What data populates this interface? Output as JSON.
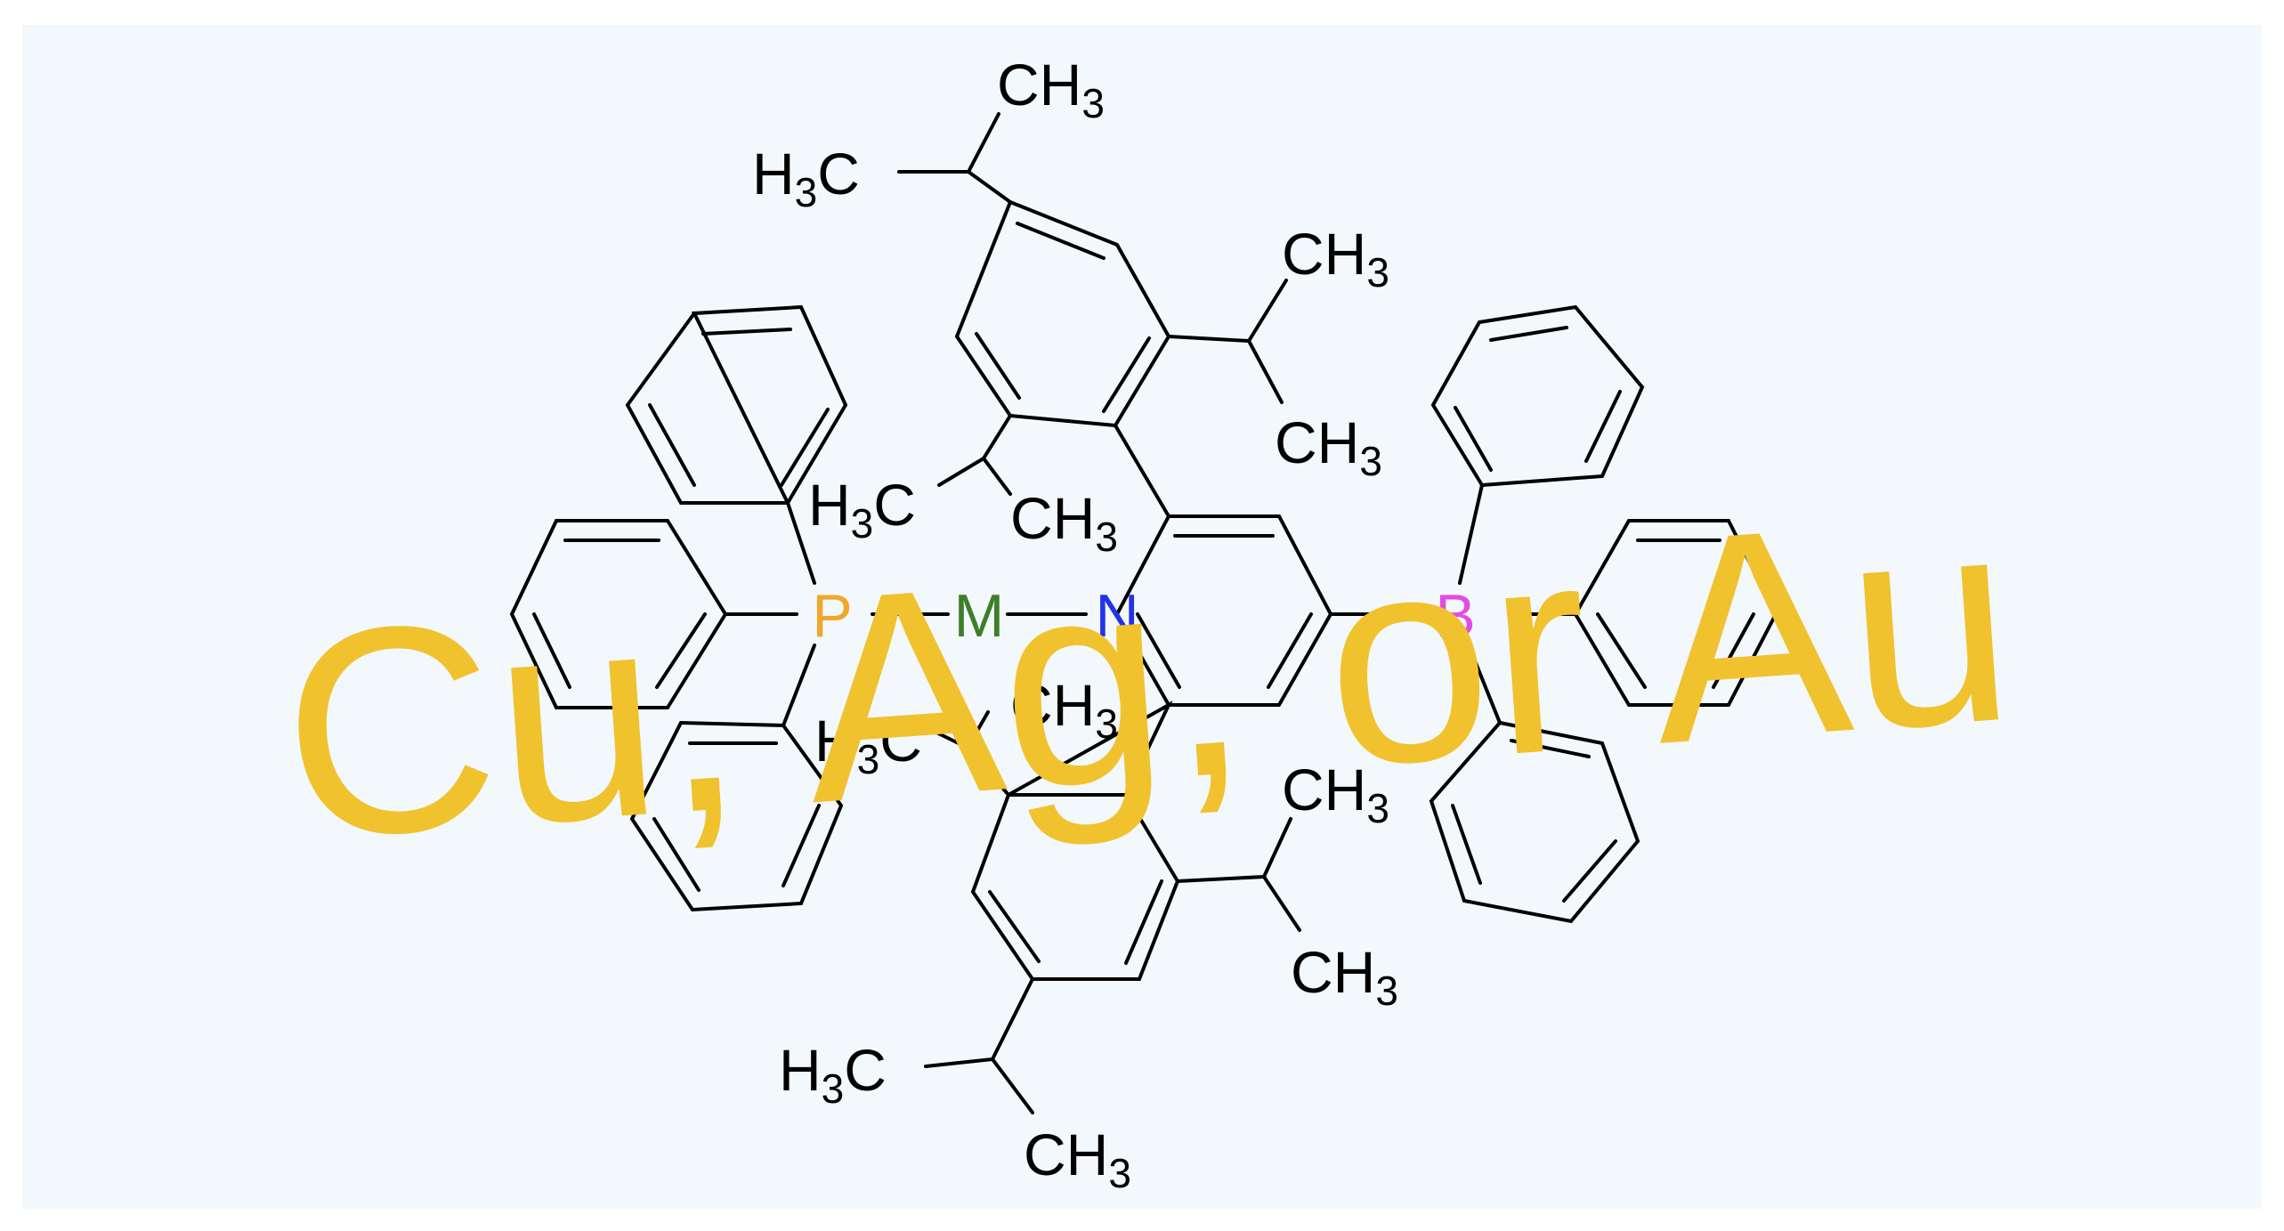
{
  "diagram": {
    "watermark": "Cu, Ag, or Au",
    "atoms": {
      "P": "P",
      "M": "M",
      "N": "N",
      "B": "B"
    },
    "groups": [
      {
        "main": "CH",
        "sub": "3"
      },
      {
        "main": "H",
        "sub": "3",
        "tail": "C"
      },
      {
        "main": "CH",
        "sub": "3"
      },
      {
        "main": "CH",
        "sub": "3"
      },
      {
        "main": "H",
        "sub": "3",
        "tail": "C"
      },
      {
        "main": "CH",
        "sub": "3"
      },
      {
        "main": "H",
        "sub": "3",
        "tail": "C"
      },
      {
        "main": "CH",
        "sub": "3"
      },
      {
        "main": "CH",
        "sub": "3"
      },
      {
        "main": "CH",
        "sub": "3"
      },
      {
        "main": "H",
        "sub": "3",
        "tail": "C"
      },
      {
        "main": "CH",
        "sub": "3"
      }
    ]
  },
  "colors": {
    "background": "#f3f8fc",
    "bond": "#000000",
    "P": "#f0a82a",
    "M": "#3c7f28",
    "N": "#2233e6",
    "B": "#e34ce4",
    "watermark": "#f0c22e"
  }
}
